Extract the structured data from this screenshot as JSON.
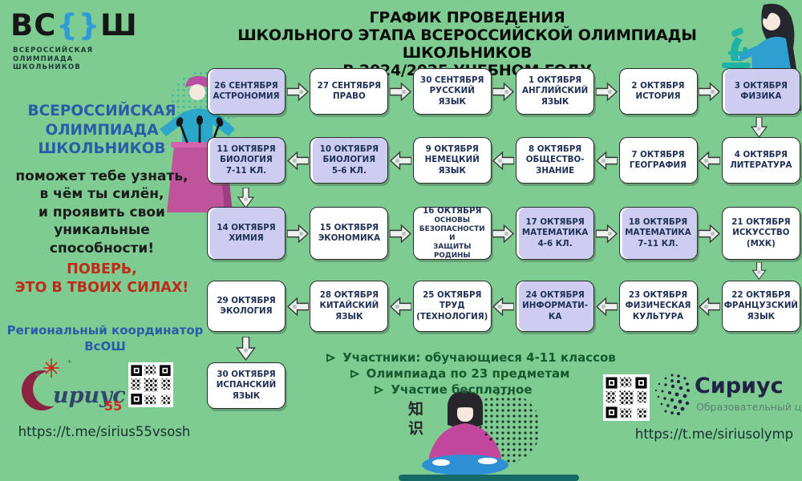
{
  "colors": {
    "background": "#7ECC92",
    "box_lavender": "#CDCDEF",
    "box_white": "#FFFFFF",
    "box_text_navy": "#1F3055",
    "heading_blue": "#2B5CAB",
    "alert_red": "#BE2B1A",
    "bullet_green": "#155B2E",
    "logo_braces_blue": "#2F9BD8",
    "sirius_navy": "#232347",
    "sirius55_maroon": "#8B2240",
    "sirius55_red": "#CF2B25",
    "arrow_fill": "#EDF2EE"
  },
  "icons": {
    "flow_arrow_right": "block-arrow-right",
    "flow_arrow_left": "block-arrow-left",
    "flow_arrow_down": "block-arrow-down",
    "bullet_marker": "hollow-triangle-right",
    "qr_code": "qr-code",
    "sirius_dots": "dotted-sphere-logo"
  },
  "logo": {
    "prefix": "ВС",
    "braces": "{}",
    "suffix": "Ш",
    "subtitle": "ВСЕРОССИЙСКАЯ\nОЛИМПИАДА\nШКОЛЬНИКОВ"
  },
  "title": {
    "line1": "ГРАФИК ПРОВЕДЕНИЯ",
    "line2": "ШКОЛЬНОГО ЭТАПА ВСЕРОССИЙСКОЙ ОЛИМПИАДЫ ШКОЛЬНИКОВ",
    "line3": "В 2024/2025 УЧЕБНОМ ГОДУ"
  },
  "left_panel": {
    "heading": "ВСЕРОССИЙСКАЯ\nОЛИМПИАДА\nШКОЛЬНИКОВ",
    "body": "поможет тебе узнать,\nв чём ты силён,\nи проявить свои\nуникальные\nспособности!",
    "alert": "ПОВЕРЬ,\nЭТО В ТВОИХ СИЛАХ!"
  },
  "coordinator": {
    "label": "Региональный координатор\nВсОШ"
  },
  "schedule": {
    "rows": [
      {
        "direction": "right",
        "boxes": [
          {
            "date": "26 СЕНТЯБРЯ",
            "subject": "АСТРОНОМИЯ",
            "lav": true
          },
          {
            "date": "27 СЕНТЯБРЯ",
            "subject": "ПРАВО",
            "lav": false
          },
          {
            "date": "30 СЕНТЯБРЯ",
            "subject": "РУССКИЙ ЯЗЫК",
            "lav": false
          },
          {
            "date": "1 ОКТЯБРЯ",
            "subject": "АНГЛИЙСКИЙ\nЯЗЫК",
            "lav": false
          },
          {
            "date": "2 ОКТЯБРЯ",
            "subject": "ИСТОРИЯ",
            "lav": false
          },
          {
            "date": "3 ОКТЯБРЯ",
            "subject": "ФИЗИКА",
            "lav": true
          }
        ]
      },
      {
        "direction": "left",
        "boxes": [
          {
            "date": "11 ОКТЯБРЯ",
            "subject": "БИОЛОГИЯ\n7-11 КЛ.",
            "lav": true
          },
          {
            "date": "10 ОКТЯБРЯ",
            "subject": "БИОЛОГИЯ\n5-6 КЛ.",
            "lav": true
          },
          {
            "date": "9 ОКТЯБРЯ",
            "subject": "НЕМЕЦКИЙ\nЯЗЫК",
            "lav": false
          },
          {
            "date": "8 ОКТЯБРЯ",
            "subject": "ОБЩЕСТВО-\nЗНАНИЕ",
            "lav": false
          },
          {
            "date": "7 ОКТЯБРЯ",
            "subject": "ГЕОГРАФИЯ",
            "lav": false
          },
          {
            "date": "4 ОКТЯБРЯ",
            "subject": "ЛИТЕРАТУРА",
            "lav": false
          }
        ]
      },
      {
        "direction": "right",
        "boxes": [
          {
            "date": "14 ОКТЯБРЯ",
            "subject": "ХИМИЯ",
            "lav": true
          },
          {
            "date": "15 ОКТЯБРЯ",
            "subject": "ЭКОНОМИКА",
            "lav": false
          },
          {
            "date": "16 ОКТЯБРЯ",
            "subject": "ОСНОВЫ\nБЕЗОПАСНОСТИ И\nЗАЩИТЫ РОДИНЫ",
            "lav": false
          },
          {
            "date": "17 ОКТЯБРЯ",
            "subject": "МАТЕМАТИКА\n4-6 КЛ.",
            "lav": true
          },
          {
            "date": "18 ОКТЯБРЯ",
            "subject": "МАТЕМАТИКА\n7-11 КЛ.",
            "lav": true
          },
          {
            "date": "21 ОКТЯБРЯ",
            "subject": "ИСКУССТВО\n(МХК)",
            "lav": false
          }
        ]
      },
      {
        "direction": "left",
        "boxes": [
          {
            "date": "29 ОКТЯБРЯ",
            "subject": "ЭКОЛОГИЯ",
            "lav": false
          },
          {
            "date": "28 ОКТЯБРЯ",
            "subject": "КИТАЙСКИЙ\nЯЗЫК",
            "lav": false
          },
          {
            "date": "25 ОКТЯБРЯ",
            "subject": "ТРУД\n(ТЕХНОЛОГИЯ)",
            "lav": false
          },
          {
            "date": "24 ОКТЯБРЯ",
            "subject": "ИНФОРМАТИ-\nКА",
            "lav": true
          },
          {
            "date": "23 ОКТЯБРЯ",
            "subject": "ФИЗИЧЕСКАЯ\nКУЛЬТУРА",
            "lav": false
          },
          {
            "date": "22 ОКТЯБРЯ",
            "subject": "ФРАНЦУЗСКИЙ\nЯЗЫК",
            "lav": false
          }
        ]
      },
      {
        "direction": "down",
        "boxes": [
          {
            "date": "30 ОКТЯБРЯ",
            "subject": "ИСПАНСКИЙ\nЯЗЫК",
            "lav": false
          }
        ]
      }
    ]
  },
  "bullets": {
    "items": [
      "Участники: обучающиеся 4-11 классов",
      "Олимпиада по 23 предметам",
      "Участие бесплатное"
    ]
  },
  "footer_left": {
    "logo_text": "ириус",
    "logo_55": "55",
    "link": "https://t.me/sirius55vsosh"
  },
  "footer_right": {
    "brand": "Сириус",
    "brand_sub": "Образовательный центр",
    "link": "https://t.me/siriusolymp"
  },
  "decor": {
    "meditation_glyphs": "知识"
  }
}
